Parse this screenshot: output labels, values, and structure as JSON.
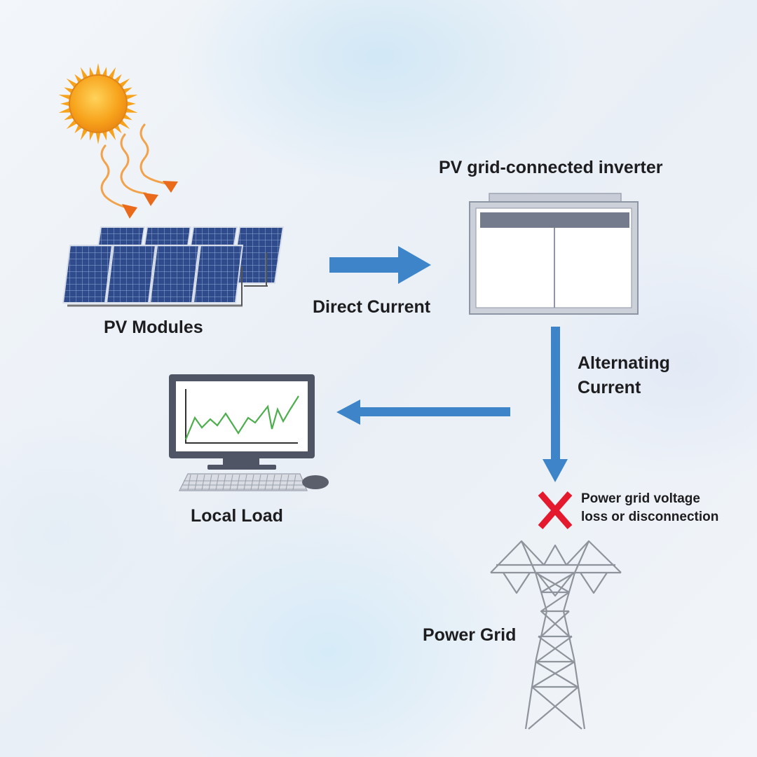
{
  "nodes": {
    "pv_modules": "PV Modules",
    "inverter": "PV grid-connected inverter",
    "local_load": "Local Load",
    "power_grid": "Power Grid"
  },
  "flows": {
    "direct_current": "Direct Current",
    "alternating_current_line1": "Alternating",
    "alternating_current_line2": "Current"
  },
  "fault": {
    "line1": "Power grid voltage",
    "line2": "loss or disconnection"
  },
  "colors": {
    "arrow": "#3d85c8",
    "fault_cross": "#e5192e",
    "sun": "#f7a21b",
    "sun_ray": "#ea6a1c",
    "panel": "#2d4a8a",
    "text": "#1d1d1f"
  }
}
